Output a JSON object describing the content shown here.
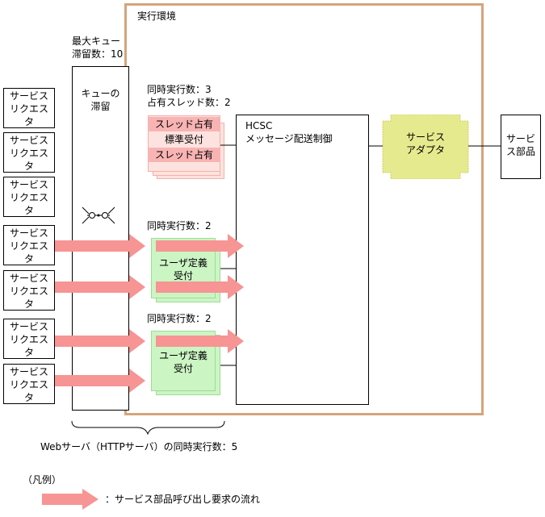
{
  "environment_label": "実行環境",
  "max_queue": [
    "最大キュー",
    "滞留数：10"
  ],
  "queue_label": [
    "キューの",
    "滞留"
  ],
  "request_label": [
    "サービス",
    "リクエス",
    "タ"
  ],
  "standard_group": {
    "concurrency": "同時実行数：3",
    "occupied": "占有スレッド数：2",
    "thread_occupied": "スレッド占有",
    "standard_reception": "標準受付"
  },
  "user_group": {
    "concurrency": "同時実行数：2",
    "reception": [
      "ユーザ定義",
      "受付"
    ]
  },
  "hcsc": [
    "HCSC",
    "メッセージ配送制御"
  ],
  "adapter": [
    "サービス",
    "アダプタ"
  ],
  "component": [
    "サービ",
    "ス部品"
  ],
  "web_server": "Webサーバ（HTTPサーバ）の同時実行数：5",
  "legend_title": "（凡例）",
  "legend_text": "：サービス部品呼び出し要求の流れ",
  "colors": {
    "environment_border": "#d4a57a",
    "arrow": "#f79494",
    "user_reception_fill": "#ccf5c4",
    "thread_fill": "#f8b3b3",
    "adapter_fill": "#e6ea8e"
  }
}
